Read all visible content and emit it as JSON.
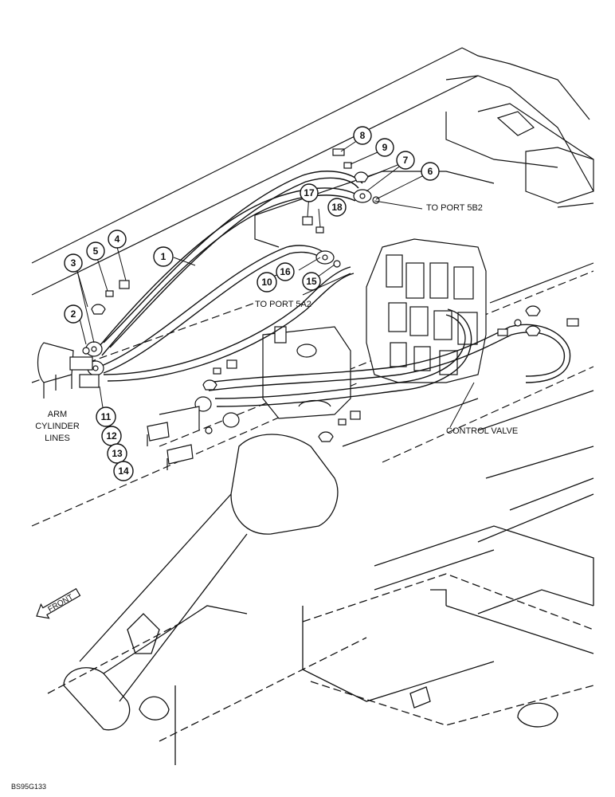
{
  "callouts": [
    {
      "id": "1",
      "label": "1"
    },
    {
      "id": "2",
      "label": "2"
    },
    {
      "id": "3",
      "label": "3"
    },
    {
      "id": "4",
      "label": "4"
    },
    {
      "id": "5",
      "label": "5"
    },
    {
      "id": "6",
      "label": "6"
    },
    {
      "id": "7",
      "label": "7"
    },
    {
      "id": "8",
      "label": "8"
    },
    {
      "id": "9",
      "label": "9"
    },
    {
      "id": "10",
      "label": "10"
    },
    {
      "id": "11",
      "label": "11"
    },
    {
      "id": "12",
      "label": "12"
    },
    {
      "id": "13",
      "label": "13"
    },
    {
      "id": "14",
      "label": "14"
    },
    {
      "id": "15",
      "label": "15"
    },
    {
      "id": "16",
      "label": "16"
    },
    {
      "id": "17",
      "label": "17"
    },
    {
      "id": "18",
      "label": "18"
    }
  ],
  "labels": {
    "to_port_5b2": "TO PORT 5B2",
    "to_port_5a2": "TO PORT 5A2",
    "arm_cylinder_line1": "ARM",
    "arm_cylinder_line2": "CYLINDER",
    "arm_cylinder_line3": "LINES",
    "control_valve": "CONTROL VALVE",
    "front": "FRONT"
  },
  "figure_ref": "BS95G133"
}
